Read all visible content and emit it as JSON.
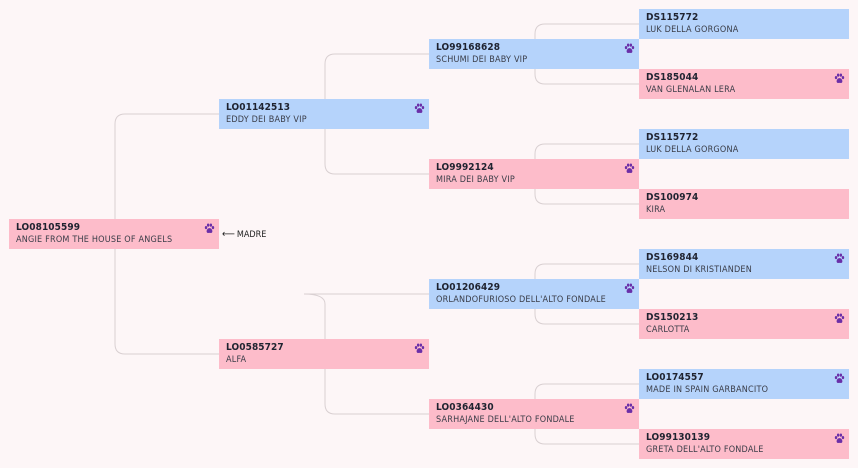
{
  "colors": {
    "male": "#b5d3fb",
    "female": "#fdbcca",
    "paw": "#6a2fa8",
    "line": "#d9d0d2",
    "background": "#fdf6f7"
  },
  "icons": {
    "paw": "paw-icon",
    "arrow": "arrow-left-icon"
  },
  "subject": {
    "reg": "LO08105599",
    "name": "ANGIE FROM THE HOUSE OF ANGELS",
    "sex": "female"
  },
  "madre_label": "MADRE",
  "gen1": {
    "sire": {
      "reg": "LO01142513",
      "name": "EDDY DEI BABY VIP",
      "sex": "male"
    },
    "dam": {
      "reg": "LO0585727",
      "name": "ALFA",
      "sex": "female"
    }
  },
  "gen2": {
    "ss": {
      "reg": "LO99168628",
      "name": "SCHUMI DEI BABY VIP",
      "sex": "male"
    },
    "sd": {
      "reg": "LO9992124",
      "name": "MIRA DEI BABY VIP",
      "sex": "female"
    },
    "ds": {
      "reg": "LO01206429",
      "name": "ORLANDOFURIOSO DELL'ALTO FONDALE",
      "sex": "male"
    },
    "dd": {
      "reg": "LO0364430",
      "name": "SARHAJANE DELL'ALTO FONDALE",
      "sex": "female"
    }
  },
  "gen3": {
    "sss": {
      "reg": "DS115772",
      "name": "LUK DELLA GORGONA",
      "sex": "male"
    },
    "ssd": {
      "reg": "DS185044",
      "name": "VAN GLENALAN LERA",
      "sex": "female"
    },
    "sds": {
      "reg": "DS115772",
      "name": "LUK DELLA GORGONA",
      "sex": "male"
    },
    "sdd": {
      "reg": "DS100974",
      "name": "KIRA",
      "sex": "female"
    },
    "dss": {
      "reg": "DS169844",
      "name": "NELSON DI KRISTIANDEN",
      "sex": "male"
    },
    "dsd": {
      "reg": "DS150213",
      "name": "CARLOTTA",
      "sex": "female"
    },
    "dds": {
      "reg": "LO0174557",
      "name": "MADE IN SPAIN GARBANCITO",
      "sex": "male"
    },
    "ddd": {
      "reg": "LO99130139",
      "name": "GRETA DELL'ALTO FONDALE",
      "sex": "female"
    }
  }
}
